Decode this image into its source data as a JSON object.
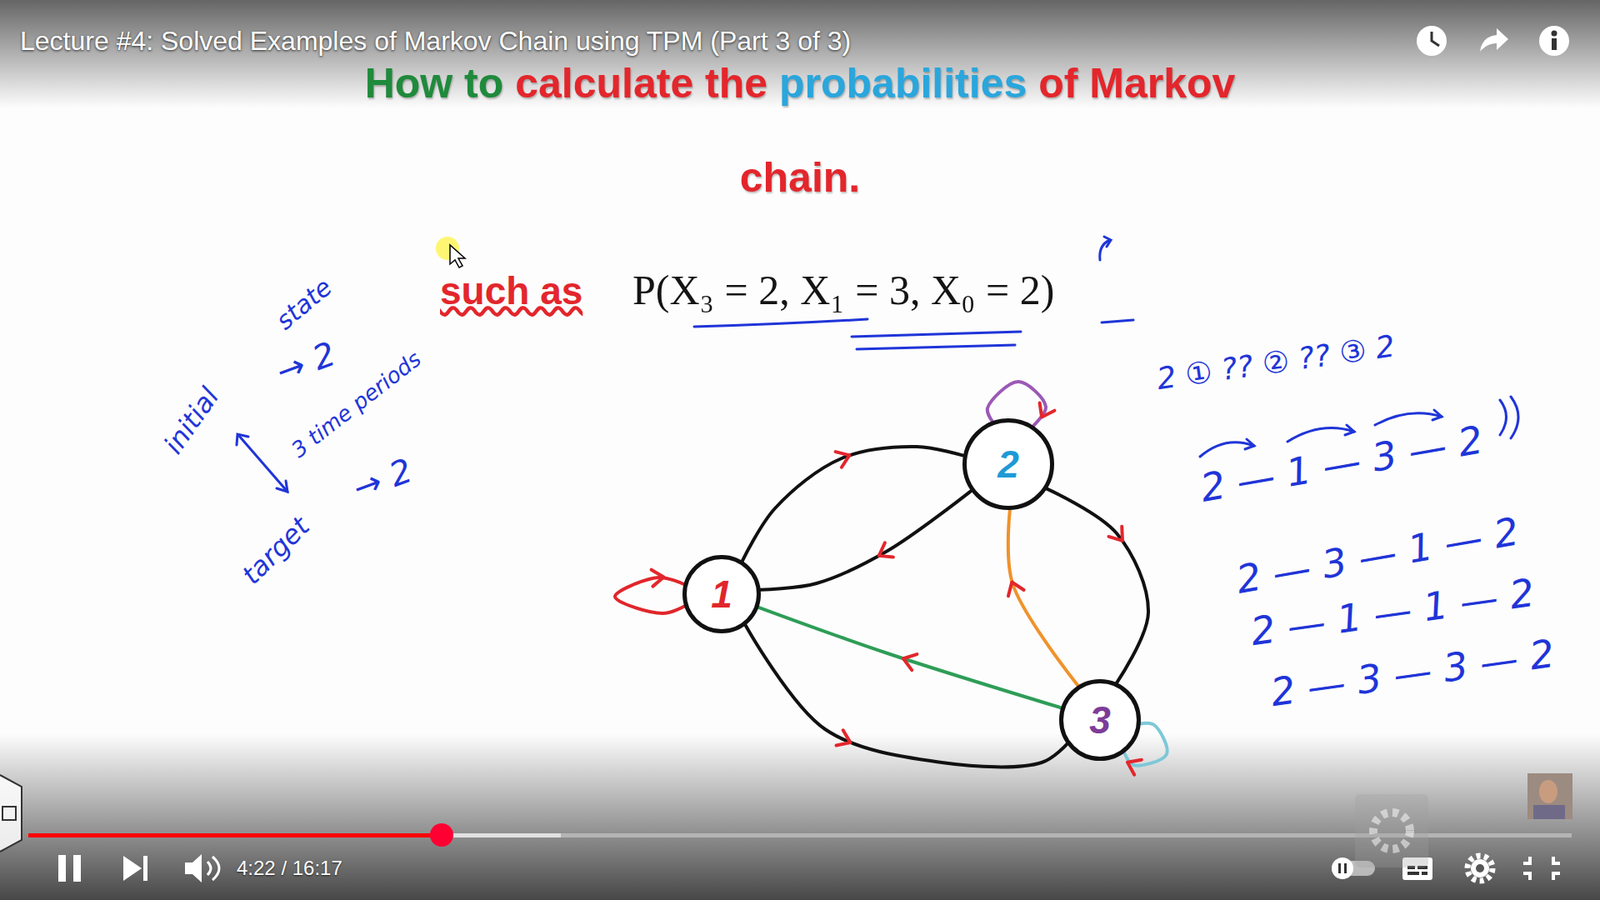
{
  "diagram": {
    "title": "How to calculate the probabilities of Markov chain.",
    "nodes": [
      {
        "text": [
          "1"
        ]
      },
      {
        "text": [
          "2"
        ]
      },
      {
        "text": [
          "3"
        ]
      }
    ],
    "edges": [
      {
        "from": 0,
        "to": 1,
        "arrow": "to"
      },
      {
        "from": 1,
        "to": 0,
        "arrow": "to"
      },
      {
        "from": 0,
        "to": 0,
        "arrow": "to"
      },
      {
        "from": 1,
        "to": 1,
        "arrow": "to"
      },
      {
        "from": 1,
        "to": 2,
        "arrow": "to"
      },
      {
        "from": 2,
        "to": 1,
        "arrow": "to"
      },
      {
        "from": 2,
        "to": 0,
        "arrow": "to"
      },
      {
        "from": 0,
        "to": 2,
        "arrow": "to"
      },
      {
        "from": 2,
        "to": 2,
        "arrow": "to"
      }
    ],
    "labels": [
      "Lecture #4: Solved Examples of Markov Chain using TPM (Part 3 of 3)",
      "such as",
      "P(X₃ = 2, X₁ = 3, X₀ = 2)",
      "state",
      "initial",
      "→ 2",
      "3 time periods",
      "target",
      "→ 2",
      "2 ① ?? ② ?? ③ 2",
      "2 — 1 — 3 — 2",
      "2 — 3 — 1 — 2",
      "2 — 1 — 1 — 2",
      "2 — 3 — 3 — 2",
      "4:22 / 16:17"
    ]
  }
}
